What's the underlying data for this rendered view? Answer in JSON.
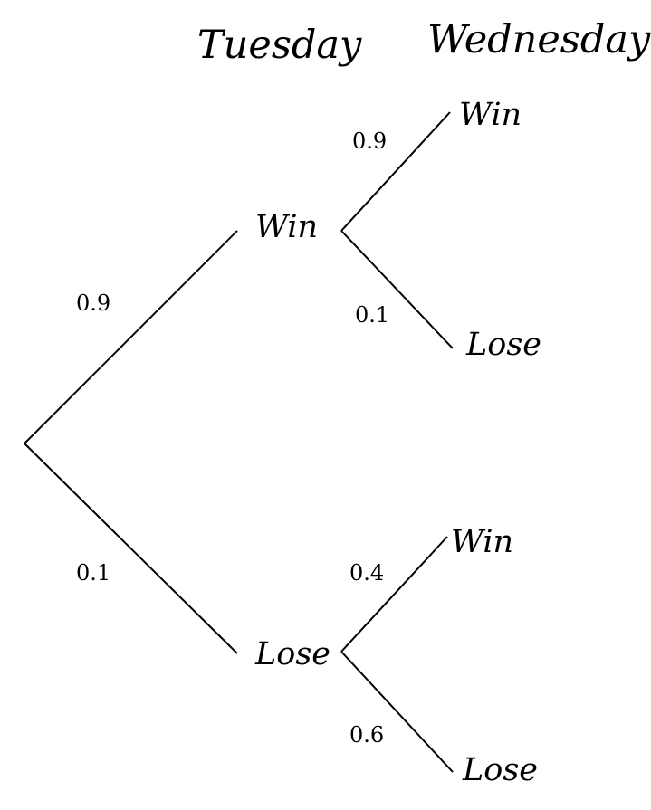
{
  "headers": {
    "tuesday": "Tuesday",
    "wednesday": "Wednesday"
  },
  "tuesday": {
    "win": {
      "label": "Win",
      "probability": "0.9",
      "wednesday": {
        "win": {
          "label": "Win",
          "probability": "0.9"
        },
        "lose": {
          "label": "Lose",
          "probability": "0.1"
        }
      }
    },
    "lose": {
      "label": "Lose",
      "probability": "0.1",
      "wednesday": {
        "win": {
          "label": "Win",
          "probability": "0.4"
        },
        "lose": {
          "label": "Lose",
          "probability": "0.6"
        }
      }
    }
  }
}
